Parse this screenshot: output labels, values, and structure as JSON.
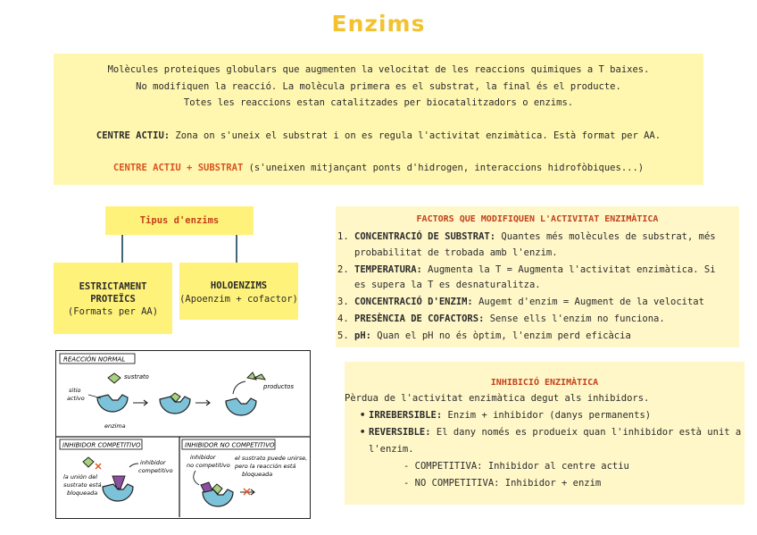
{
  "title": "Enzims",
  "intro": {
    "line1": "Molècules proteiques globulars que augmenten la velocitat de les reaccions quimiques a T baixes.",
    "line2": "No modifiquen la reacció. La molècula primera es el substrat, la final és el producte.",
    "line3": "Totes les reaccions estan catalitzades per biocatalitzadors o enzims.",
    "centre_label": "CENTRE ACTIU:",
    "centre_text": " Zona on s'uneix el substrat i on es regula l'activitat enzimàtica. Està format per AA.",
    "cs_label": "CENTRE ACTIU + SUBSTRAT",
    "cs_text": " (s'uneixen mitjançant ponts d'hidrogen, interaccions hidrofòbiques...)"
  },
  "tipus": {
    "title": "Tipus d'enzims",
    "a_title_1": "ESTRICTAMENT",
    "a_title_2": "PROTEÏCS",
    "a_sub": "(Formats per AA)",
    "b_title": "HOLOENZIMS",
    "b_sub": "(Apoenzim + cofactor)"
  },
  "factors": {
    "title": "FACTORS QUE MODIFIQUEN L'ACTIVITAT ENZIMÀTICA",
    "items": [
      {
        "label": "CONCENTRACIÓ DE SUBSTRAT:",
        "text": " Quantes més molècules de substrat, més probabilitat de trobada amb l'enzim."
      },
      {
        "label": "TEMPERATURA:",
        "text": " Augmenta la T = Augmenta l'activitat enzimàtica. Si es supera la T es desnaturalitza."
      },
      {
        "label": "CONCENTRACIÓ D'ENZIM:",
        "text": " Augemt d'enzim = Augment de la velocitat"
      },
      {
        "label": "PRESÈNCIA DE COFACTORS:",
        "text": " Sense ells l'enzim no funciona."
      },
      {
        "label": "pH:",
        "text": " Quan el pH no és òptim, l'enzim perd eficàcia"
      }
    ]
  },
  "inhib": {
    "title": "INHIBICIÓ ENZIMÀTICA",
    "desc": "Pèrdua de l'activitat enzimàtica degut als inhibidors.",
    "irr_label": "IRREBERSIBLE:",
    "irr_text": " Enzim + inhibidor (danys permanents)",
    "rev_label": "REVERSIBLE:",
    "rev_text_1": " El dany només es produeix quan l'inhibidor està unit a",
    "rev_text_2": "l'enzim.",
    "sub1": "- COMPETITIVA: Inhibidor al centre actiu",
    "sub2": "- NO COMPETITIVA: Inhibidor + enzim"
  },
  "diagram": {
    "h_normal": "REACCIÓN NORMAL",
    "h_comp": "INHIBIDOR COMPETITIVO",
    "h_nocomp": "INHIBIDOR NO COMPETITIVO",
    "sustrato": "sustrato",
    "sitio1": "sitio",
    "sitio2": "activo",
    "enzima": "enzima",
    "productos": "productos",
    "inh1": "inhibidor",
    "inh2": "competitivo",
    "c1": "la unión del",
    "c2": "sustrato está",
    "c3": "bloqueada",
    "n1": "inhibidor",
    "n2": "no competitivo",
    "n3": "el sustrato puede unirse,",
    "n4": "pero la reacción está",
    "n5": "bloqueada",
    "colors": {
      "enzyme": "#7cc2d9",
      "substrate": "#a9d07d",
      "inhibitor": "#8a4f9e",
      "cross": "#d9531e"
    }
  },
  "colors": {
    "title": "#f2c230",
    "accent": "#c1421a",
    "box_light": "#fff7b0",
    "box_yellow": "#fff27a"
  }
}
